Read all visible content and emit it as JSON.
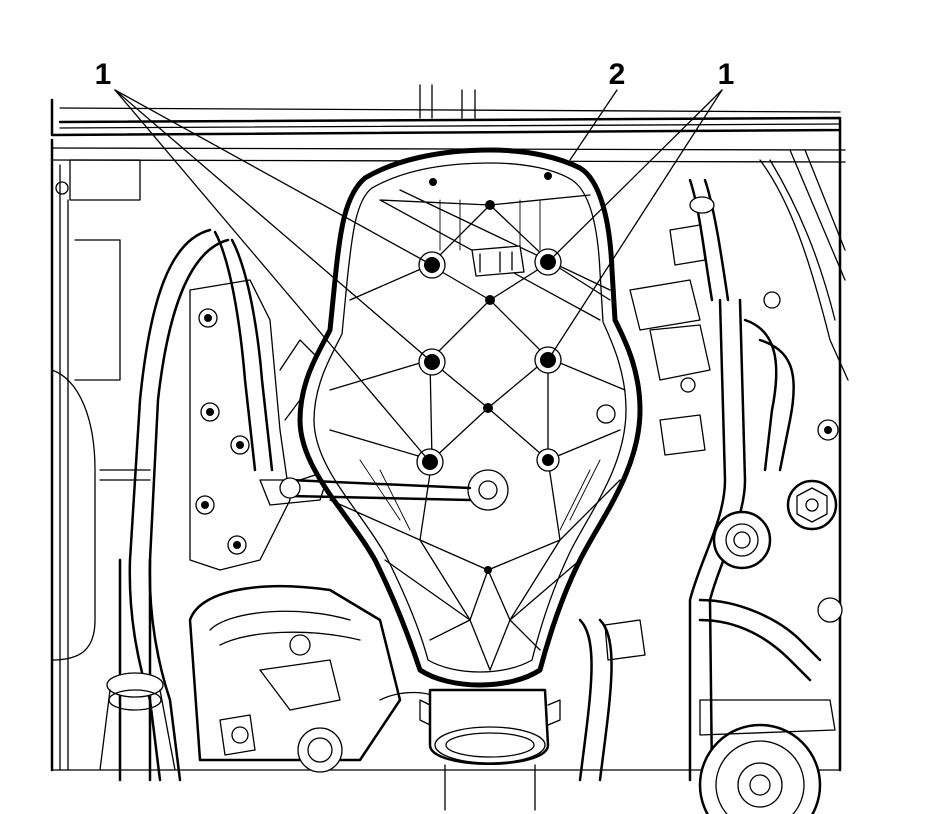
{
  "callouts": [
    {
      "id": "callout-1-left",
      "label": "1"
    },
    {
      "id": "callout-2",
      "label": "2"
    },
    {
      "id": "callout-1-right",
      "label": "1"
    }
  ],
  "components": {
    "fasteners": "1",
    "cover": "2"
  }
}
